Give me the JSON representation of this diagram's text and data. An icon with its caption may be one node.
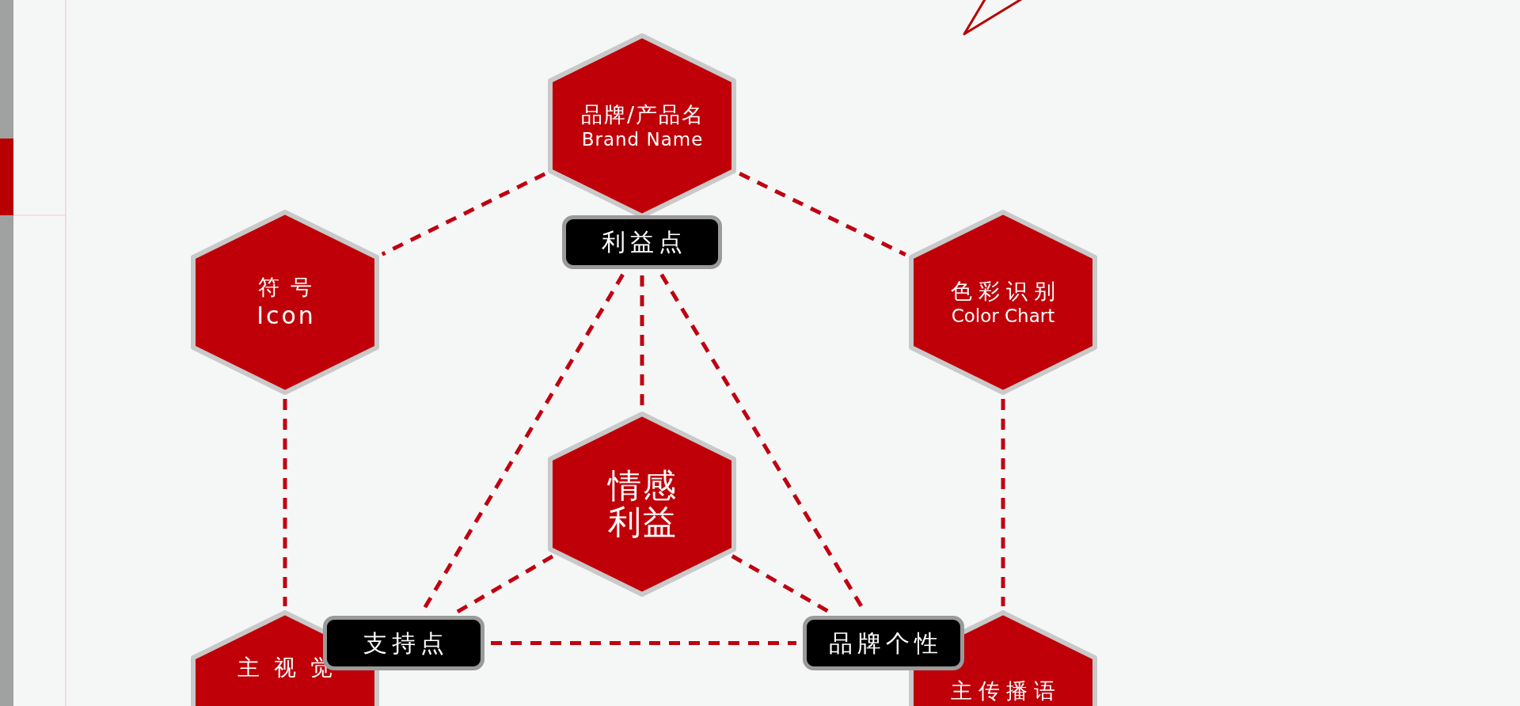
{
  "diagram": {
    "nodes": [
      {
        "text": [
          "品牌/产品名",
          "Brand Name"
        ]
      },
      {
        "text": [
          "利益点"
        ]
      },
      {
        "text": [
          "符号",
          "Icon"
        ]
      },
      {
        "text": [
          "色彩识别",
          "Color Chart"
        ]
      },
      {
        "text": [
          "情感利益"
        ]
      },
      {
        "text": [
          "主视觉"
        ]
      },
      {
        "text": [
          "支持点"
        ]
      },
      {
        "text": [
          "品牌个性"
        ]
      },
      {
        "text": [
          "主传播语"
        ]
      }
    ],
    "edges": [
      {
        "from": 0,
        "to": 2,
        "arrow": "none",
        "style": "dashed"
      },
      {
        "from": 0,
        "to": 3,
        "arrow": "none",
        "style": "dashed"
      },
      {
        "from": 2,
        "to": 5,
        "arrow": "none",
        "style": "dashed"
      },
      {
        "from": 3,
        "to": 8,
        "arrow": "none",
        "style": "dashed"
      },
      {
        "from": 1,
        "to": 4,
        "arrow": "none",
        "style": "dashed"
      },
      {
        "from": 1,
        "to": 6,
        "arrow": "none",
        "style": "dashed"
      },
      {
        "from": 1,
        "to": 7,
        "arrow": "none",
        "style": "dashed"
      },
      {
        "from": 4,
        "to": 6,
        "arrow": "none",
        "style": "dashed"
      },
      {
        "from": 4,
        "to": 7,
        "arrow": "none",
        "style": "dashed"
      },
      {
        "from": 6,
        "to": 7,
        "arrow": "none",
        "style": "dashed"
      }
    ]
  }
}
